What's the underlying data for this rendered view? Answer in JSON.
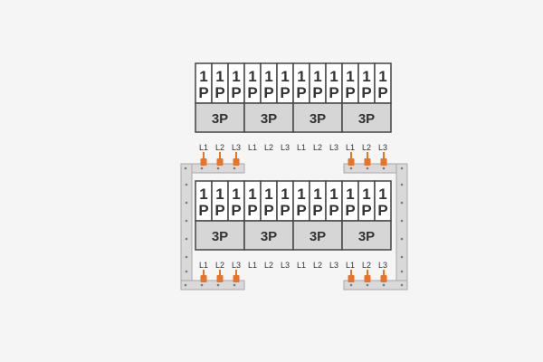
{
  "colors": {
    "background": "#f5f5f5",
    "module_fill": "#ffffff",
    "module_stroke": "#444444",
    "three_pole_fill": "#d6d6d6",
    "busbar_fill": "#d9d9d9",
    "busbar_stroke": "#a8a8a8",
    "terminal": "#e8742a",
    "text": "#333333"
  },
  "labels": {
    "single_pole": [
      "1",
      "P"
    ],
    "three_pole": "3P",
    "phases": [
      "L1",
      "L2",
      "L3"
    ]
  },
  "rows": [
    {
      "id": "top",
      "single_pole_count": 12,
      "three_pole_count": 4,
      "phase_group_count": 4
    },
    {
      "id": "bottom",
      "single_pole_count": 12,
      "three_pole_count": 4,
      "phase_group_count": 4
    }
  ]
}
